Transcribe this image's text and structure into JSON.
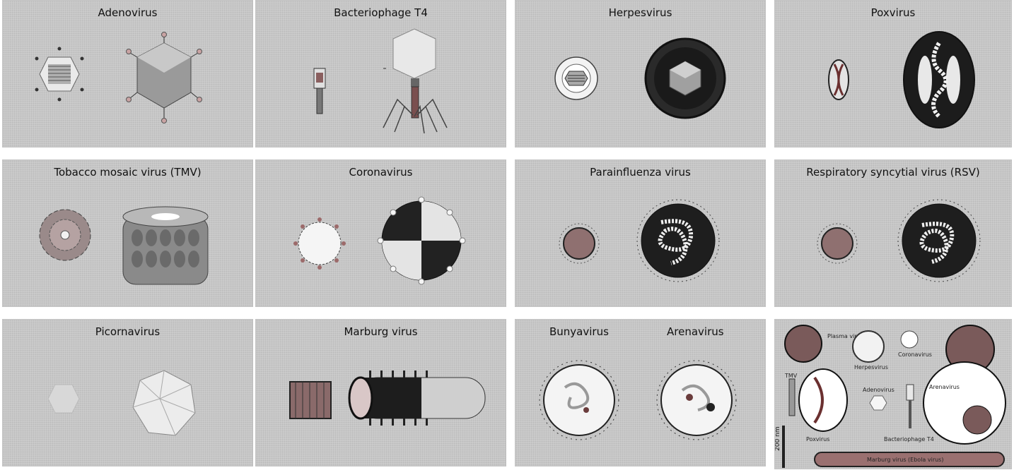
{
  "panels": {
    "adenovirus": {
      "title": "Adenovirus"
    },
    "bacteriophage": {
      "title": "Bacteriophage T4"
    },
    "herpesvirus": {
      "title": "Herpesvirus"
    },
    "poxvirus": {
      "title": "Poxvirus"
    },
    "tmv": {
      "title": "Tobacco mosaic virus (TMV)"
    },
    "coronavirus": {
      "title": "Coronavirus"
    },
    "parainfluenza": {
      "title": "Parainfluenza virus"
    },
    "rsv": {
      "title": "Respiratory syncytial virus (RSV)"
    },
    "picornavirus": {
      "title": "Picornavirus"
    },
    "marburg": {
      "title": "Marburg virus"
    },
    "bunyavirus": {
      "title": "Bunyavirus"
    },
    "arenavirus": {
      "title": "Arenavirus"
    }
  },
  "comparison": {
    "labels": {
      "plasma_virus": "Plasma virus",
      "herpesvirus": "Herpesvirus",
      "coronavirus": "Coronavirus",
      "tmv": "TMV",
      "adenovirus": "Adenovirus",
      "arenavirus": "Arenavirus",
      "poxvirus": "Poxvirus",
      "bacteriophage": "Bacteriophage T4",
      "marburg": "Marburg virus (Ebola virus)"
    },
    "scale_bar": "200 nm"
  },
  "colors": {
    "panel_bg": "#cfcfcf",
    "envelope_dark": "#1c1c1c",
    "capsid_light": "#e6e6e6",
    "capsid_mid": "#9c9c9c",
    "pink_tint": "#d7b7b7"
  }
}
